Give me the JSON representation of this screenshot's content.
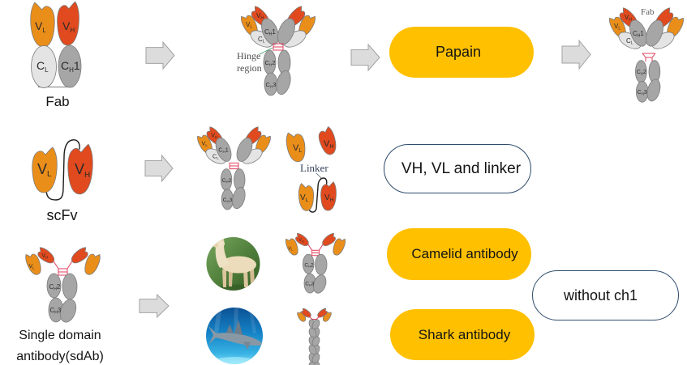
{
  "rows": {
    "fab": {
      "caption": "Fab",
      "annotations": {
        "hinge_region": [
          "Hinge",
          "region"
        ],
        "fab_fragment": "Fab"
      },
      "method": "Papain"
    },
    "scfv": {
      "caption": "scFv",
      "annotations": {
        "linker": "Linker"
      },
      "method": "VH, VL and linker"
    },
    "sdab": {
      "caption": [
        "Single domain",
        "antibody(sdAb)"
      ],
      "sources": [
        {
          "photo": "alpaca-photo",
          "label": "Camelid antibody"
        },
        {
          "photo": "shark-photo",
          "label": "Shark antibody"
        }
      ],
      "shared_note": "without ch1"
    }
  },
  "domain_labels": {
    "VL": {
      "main": "V",
      "sub": "L"
    },
    "VH": {
      "main": "V",
      "sub": "H"
    },
    "CL": {
      "main": "C",
      "sub": "L"
    },
    "CH1": {
      "main": "C",
      "sub": "H",
      "num": "1"
    },
    "CH2": {
      "main": "C",
      "sub": "H",
      "num": "2"
    },
    "CH3": {
      "main": "C",
      "sub": "H",
      "num": "3"
    }
  },
  "icons": {
    "flow_arrow": "right-block-arrow-icon"
  },
  "colors": {
    "pill_fill": "#FFC000",
    "pill_outline": "#2D4B6B",
    "vl": "#EA8E1A",
    "vh": "#E04A1E",
    "cl": "#E4E4E4",
    "ch": "#A6A6A6",
    "hinge": "#E23E5C",
    "arrow_fill": "#DCDCDC"
  }
}
